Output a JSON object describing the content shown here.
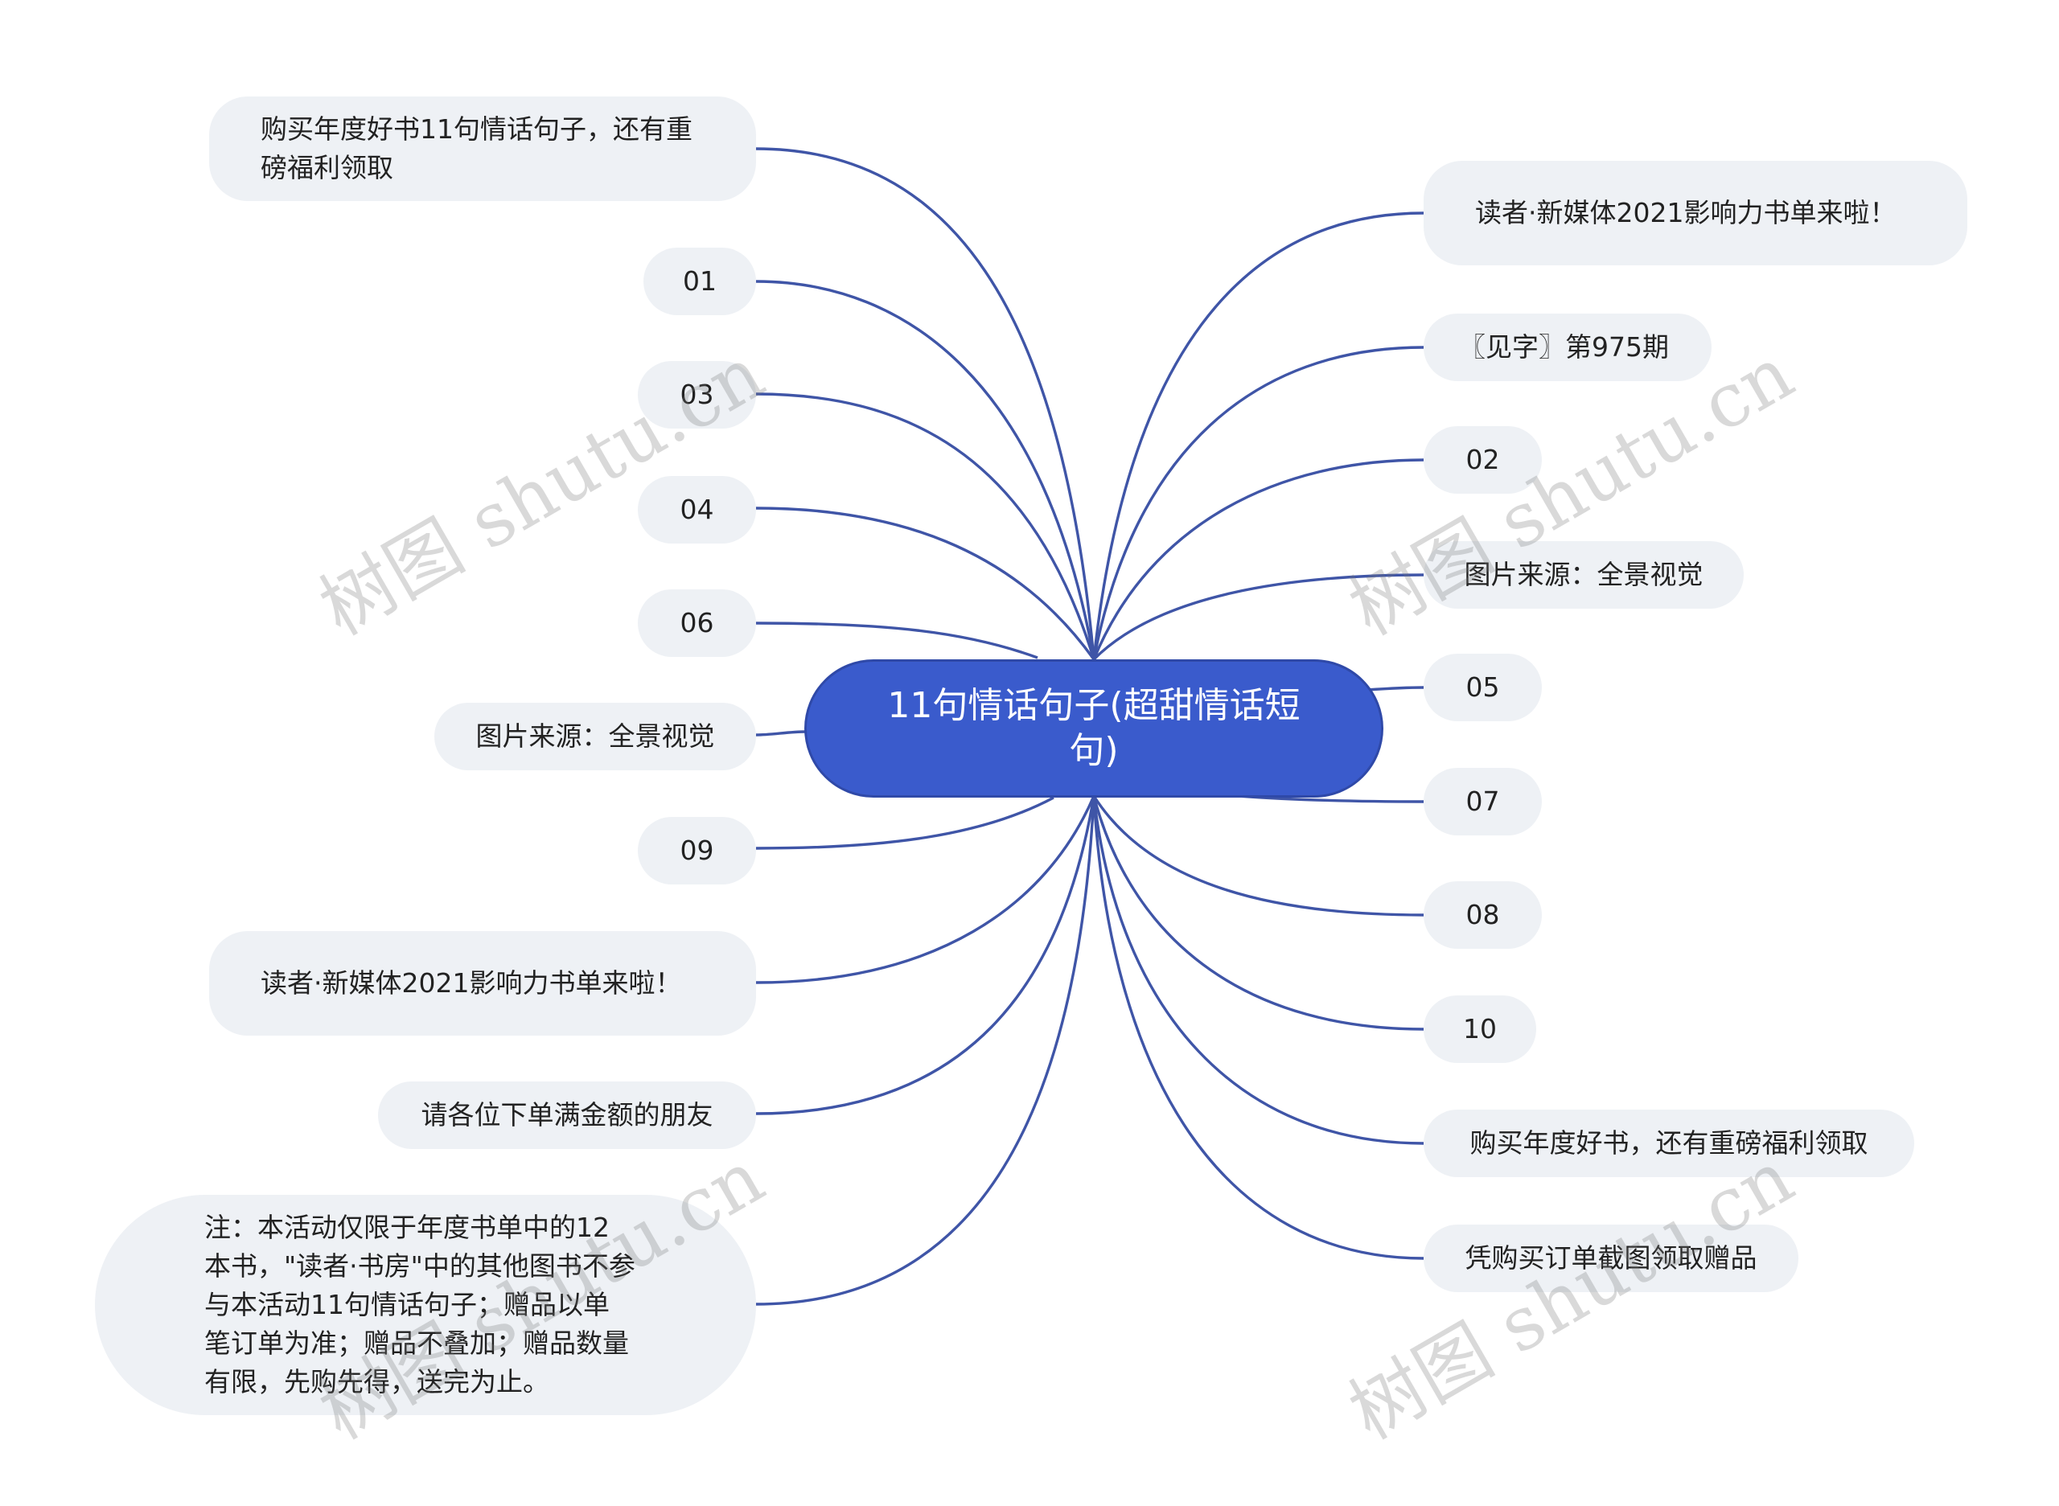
{
  "center": {
    "label": "11句情话句子(超甜情话短句)"
  },
  "left_nodes": [
    "购买年度好书11句情话句子，还有重磅福利领取",
    "01",
    "03",
    "04",
    "06",
    "图片来源：全景视觉",
    "09",
    "读者·新媒体2021影响力书单来啦！",
    "请各位下单满金额的朋友",
    "注：本活动仅限于年度书单中的12本书，\"读者·书房\"中的其他图书不参与本活动11句情话句子；赠品以单笔订单为准；赠品不叠加；赠品数量有限，先购先得，送完为止。"
  ],
  "right_nodes": [
    "读者·新媒体2021影响力书单来啦！",
    "〖见字〗第975期",
    "02",
    "图片来源：全景视觉",
    "05",
    "07",
    "08",
    "10",
    "购买年度好书，还有重磅福利领取",
    "凭购买订单截图领取赠品"
  ],
  "watermark": "树图 shutu.cn",
  "colors": {
    "center": "#3a5bcc",
    "link": "#3f55a7",
    "node_bg": "#eef1f5"
  }
}
